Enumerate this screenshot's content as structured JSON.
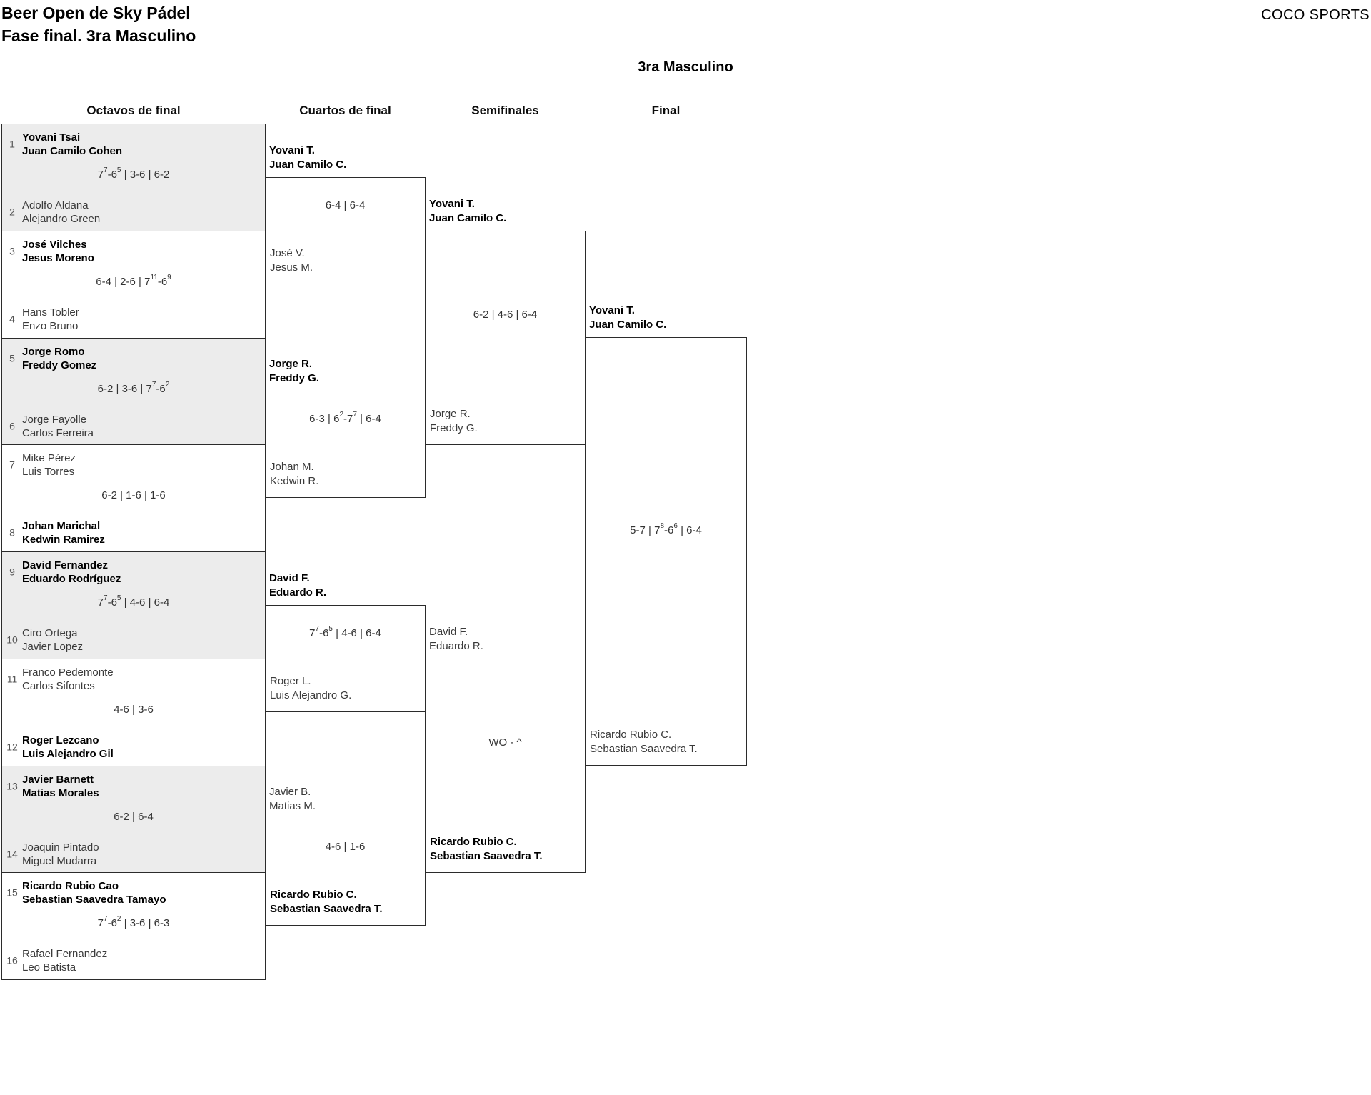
{
  "header": {
    "title_line1": "Beer Open de Sky Pádel",
    "title_line2": "Fase final. 3ra Masculino",
    "brand": "COCO SPORTS",
    "category": "3ra Masculino"
  },
  "round_headers": {
    "octavos": "Octavos de final",
    "cuartos": "Cuartos de final",
    "semifinales": "Semifinales",
    "final": "Final"
  },
  "octavos": [
    {
      "seed_top": "1",
      "top_line1": "Yovani Tsai",
      "top_line2": "Juan Camilo Cohen",
      "top_winner": true,
      "score": "7^7-6^5 | 3-6 | 6-2",
      "seed_bottom": "2",
      "bottom_line1": "Adolfo Aldana",
      "bottom_line2": "Alejandro Green",
      "bottom_winner": false
    },
    {
      "seed_top": "3",
      "top_line1": "José Vilches",
      "top_line2": "Jesus Moreno",
      "top_winner": true,
      "score": "6-4 | 2-6 | 7^11-6^9",
      "seed_bottom": "4",
      "bottom_line1": "Hans Tobler",
      "bottom_line2": "Enzo Bruno",
      "bottom_winner": false
    },
    {
      "seed_top": "5",
      "top_line1": "Jorge Romo",
      "top_line2": "Freddy Gomez",
      "top_winner": true,
      "score": "6-2 | 3-6 | 7^7-6^2",
      "seed_bottom": "6",
      "bottom_line1": "Jorge Fayolle",
      "bottom_line2": "Carlos Ferreira",
      "bottom_winner": false
    },
    {
      "seed_top": "7",
      "top_line1": "Mike Pérez",
      "top_line2": "Luis Torres",
      "top_winner": false,
      "score": "6-2 | 1-6 | 1-6",
      "seed_bottom": "8",
      "bottom_line1": "Johan Marichal",
      "bottom_line2": "Kedwin Ramirez",
      "bottom_winner": true
    },
    {
      "seed_top": "9",
      "top_line1": "David Fernandez",
      "top_line2": "Eduardo Rodríguez",
      "top_winner": true,
      "score": "7^7-6^5 | 4-6 | 6-4",
      "seed_bottom": "10",
      "bottom_line1": "Ciro Ortega",
      "bottom_line2": "Javier Lopez",
      "bottom_winner": false
    },
    {
      "seed_top": "11",
      "top_line1": "Franco Pedemonte",
      "top_line2": "Carlos Sifontes",
      "top_winner": false,
      "score": "4-6 | 3-6",
      "seed_bottom": "12",
      "bottom_line1": "Roger Lezcano",
      "bottom_line2": "Luis Alejandro Gil",
      "bottom_winner": true
    },
    {
      "seed_top": "13",
      "top_line1": "Javier Barnett",
      "top_line2": "Matias Morales",
      "top_winner": true,
      "score": "6-2 | 6-4",
      "seed_bottom": "14",
      "bottom_line1": "Joaquin Pintado",
      "bottom_line2": "Miguel Mudarra",
      "bottom_winner": false
    },
    {
      "seed_top": "15",
      "top_line1": "Ricardo Rubio Cao",
      "top_line2": "Sebastian Saavedra Tamayo",
      "top_winner": true,
      "score": "7^7-6^2 | 3-6 | 6-3",
      "seed_bottom": "16",
      "bottom_line1": "Rafael Fernandez",
      "bottom_line2": "Leo Batista",
      "bottom_winner": false
    }
  ],
  "cuartos": [
    {
      "top_line1": "Yovani T.",
      "top_line2": "Juan Camilo C.",
      "top_winner": true,
      "score": "6-4 | 6-4",
      "bottom_line1": "José V.",
      "bottom_line2": "Jesus M.",
      "bottom_winner": false
    },
    {
      "top_line1": "Jorge R.",
      "top_line2": "Freddy G.",
      "top_winner": true,
      "score": "6-3 | 6^2-7^7 | 6-4",
      "bottom_line1": "Johan M.",
      "bottom_line2": "Kedwin R.",
      "bottom_winner": false
    },
    {
      "top_line1": "David F.",
      "top_line2": "Eduardo R.",
      "top_winner": true,
      "score": "7^7-6^5 | 4-6 | 6-4",
      "bottom_line1": "Roger L.",
      "bottom_line2": "Luis Alejandro G.",
      "bottom_winner": false
    },
    {
      "top_line1": "Javier B.",
      "top_line2": "Matias M.",
      "top_winner": false,
      "score": "4-6 | 1-6",
      "bottom_line1": "Ricardo Rubio C.",
      "bottom_line2": "Sebastian Saavedra T.",
      "bottom_winner": true
    }
  ],
  "semifinales": [
    {
      "top_line1": "Yovani T.",
      "top_line2": "Juan Camilo C.",
      "top_winner": true,
      "score": "6-2 | 4-6 | 6-4",
      "bottom_line1": "Jorge R.",
      "bottom_line2": "Freddy G.",
      "bottom_winner": false
    },
    {
      "top_line1": "David F.",
      "top_line2": "Eduardo R.",
      "top_winner": false,
      "score": "WO - ^",
      "bottom_line1": "Ricardo Rubio C.",
      "bottom_line2": "Sebastian Saavedra T.",
      "bottom_winner": true
    }
  ],
  "final": {
    "top_line1": "Yovani T.",
    "top_line2": "Juan Camilo C.",
    "top_winner": true,
    "score": "5-7 | 7^8-6^6 | 6-4",
    "bottom_line1": "Ricardo Rubio C.",
    "bottom_line2": "Sebastian Saavedra T.",
    "bottom_winner": false
  }
}
